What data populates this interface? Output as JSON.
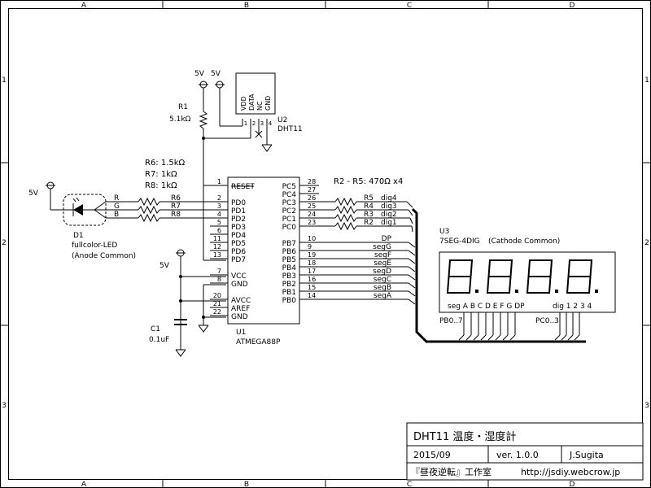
{
  "sheet": {
    "columns": [
      "A",
      "B",
      "C",
      "D"
    ],
    "rows": [
      "1",
      "2",
      "3"
    ]
  },
  "title_block": {
    "title": "DHT11 温度・湿度計",
    "date": "2015/09",
    "version": "ver. 1.0.0",
    "author": "J.Sugita",
    "lab": "『昼夜逆転』工作室",
    "url": "http://jsdiy.webcrow.jp"
  },
  "power": {
    "vcc": "5V"
  },
  "r1": {
    "ref": "R1",
    "value": "5.1kΩ"
  },
  "u2": {
    "ref": "U2",
    "part": "DHT11",
    "pins": [
      "VDD",
      "DATA",
      "NC",
      "GND"
    ],
    "pin_numbers": [
      "1",
      "2",
      "3",
      "4"
    ]
  },
  "led": {
    "ref": "D1",
    "part": "fullcolor-LED",
    "note": "(Anode Common)",
    "nets": [
      "R",
      "G",
      "B"
    ],
    "resistors": [
      {
        "ref": "R6",
        "value": "R6: 1.5kΩ"
      },
      {
        "ref": "R7",
        "value": "R7: 1kΩ"
      },
      {
        "ref": "R8",
        "value": "R8: 1kΩ"
      }
    ]
  },
  "u1": {
    "ref": "U1",
    "part": "ATMEGA88P",
    "left_pins": [
      {
        "num": "1",
        "name": "RESET"
      },
      {
        "num": "2",
        "name": "PD0"
      },
      {
        "num": "3",
        "name": "PD1"
      },
      {
        "num": "4",
        "name": "PD2"
      },
      {
        "num": "5",
        "name": "PD3"
      },
      {
        "num": "6",
        "name": "PD4"
      },
      {
        "num": "11",
        "name": "PD5"
      },
      {
        "num": "12",
        "name": "PD6"
      },
      {
        "num": "13",
        "name": "PD7"
      },
      {
        "num": "7",
        "name": "VCC"
      },
      {
        "num": "8",
        "name": "GND"
      },
      {
        "num": "20",
        "name": "AVCC"
      },
      {
        "num": "21",
        "name": "AREF"
      },
      {
        "num": "22",
        "name": "GND"
      }
    ],
    "right_pins": [
      {
        "num": "28",
        "name": "PC5"
      },
      {
        "num": "27",
        "name": "PC4"
      },
      {
        "num": "26",
        "name": "PC3"
      },
      {
        "num": "25",
        "name": "PC2"
      },
      {
        "num": "24",
        "name": "PC1"
      },
      {
        "num": "23",
        "name": "PC0"
      },
      {
        "num": "10",
        "name": "PB7"
      },
      {
        "num": "9",
        "name": "PB6"
      },
      {
        "num": "19",
        "name": "PB5"
      },
      {
        "num": "18",
        "name": "PB4"
      },
      {
        "num": "17",
        "name": "PB3"
      },
      {
        "num": "16",
        "name": "PB2"
      },
      {
        "num": "15",
        "name": "PB1"
      },
      {
        "num": "14",
        "name": "PB0"
      }
    ]
  },
  "digit_resistors": {
    "header": "R2 - R5: 470Ω x4",
    "items": [
      {
        "ref": "R5",
        "net": "dig4"
      },
      {
        "ref": "R4",
        "net": "dig3"
      },
      {
        "ref": "R3",
        "net": "dig2"
      },
      {
        "ref": "R2",
        "net": "dig1"
      }
    ]
  },
  "seg_nets": [
    "DP",
    "segG",
    "segF",
    "segE",
    "segD",
    "segC",
    "segB",
    "segA"
  ],
  "c1": {
    "ref": "C1",
    "value": "0.1uF"
  },
  "u3": {
    "ref": "U3",
    "part": "7SEG-4DIG",
    "note": "(Cathode Common)",
    "seg_label": "seg A B C D E F G DP",
    "dig_label": "dig 1 2 3 4"
  },
  "buses": {
    "pb": "PB0..7",
    "pc": "PC0..3"
  }
}
